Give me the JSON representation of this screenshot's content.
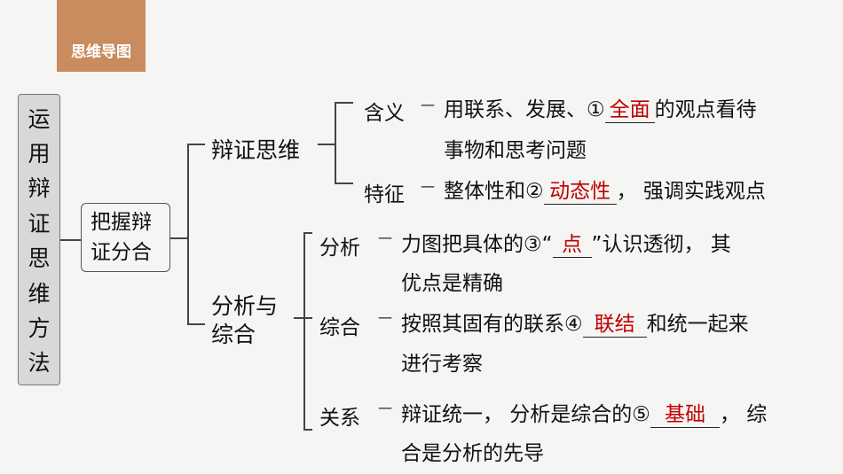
{
  "banner": "思维导图",
  "root": [
    "运",
    "用",
    "辩",
    "证",
    "思",
    "维",
    "方",
    "法"
  ],
  "level1": "把握辩证分合",
  "level1_lines": [
    "把握辩",
    "证分合"
  ],
  "b1": {
    "title": "辩证思维",
    "meaning": {
      "label": "含义",
      "l1a": "用联系、发展、①",
      "ans": "全面",
      "l1b": "的观点看待",
      "l2": "事物和思考问题"
    },
    "feature": {
      "label": "特征",
      "l1a": "整体性和②",
      "ans": "动态性",
      "l1b": "，  强调实践观点"
    }
  },
  "b2": {
    "title1": "分析与",
    "title2": "综合",
    "analysis": {
      "label": "分析",
      "l1a": "力图把具体的③“",
      "ans": "点",
      "l1b": "”认识透彻，  其",
      "l2": "优点是精确"
    },
    "synthesis": {
      "label": "综合",
      "l1a": "按照其固有的联系④",
      "ans": "联结",
      "l1b": "和统一起来",
      "l2": "进行考察"
    },
    "relation": {
      "label": "关系",
      "l1a": "辩证统一，  分析是综合的⑤",
      "ans": "基础",
      "l1b": "，  综",
      "l2": "合是分析的先导"
    }
  },
  "dash": "一"
}
